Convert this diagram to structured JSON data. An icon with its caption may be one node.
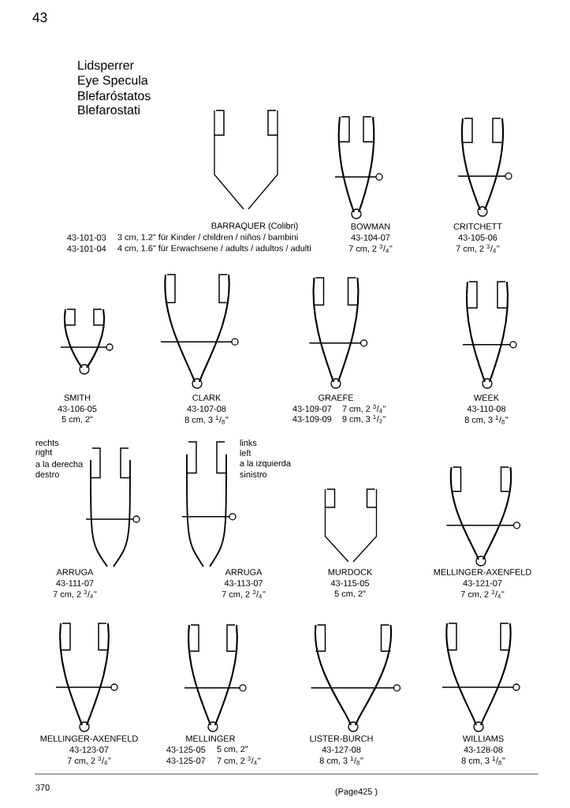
{
  "diagram": {
    "labels": [
      "43",
      "Lidsperrer",
      "Eye Specula",
      "Blefaróstatos",
      "Blefarostati",
      "BARRAQUER (Colibri)",
      "43-101-03",
      "3 cm, 1.2\" für Kinder / children / niños / bambini",
      "43-101-04",
      "4 cm, 1.6\" für Erwachsene / adults / adultos / adulti",
      "BOWMAN",
      "43-104-07",
      "7 cm, 2 $^{3}$/$_{4}$\"",
      "CRITCHETT",
      "43-105-06",
      "7 cm, 2 $^{3}$/$_{4}$\"",
      "SMITH",
      "43-106-05",
      "5 cm, 2\"",
      "CLARK",
      "43-107-08",
      "8 cm, 3 $^{1}$/$_{8}$\"",
      "GRAEFE",
      "43-109-07",
      "7 cm, 2 $^{3}$/$_{4}$\"",
      "43-109-09",
      "9 cm, 3 $^{1}$/$_{2}$\"",
      "WEEK",
      "43-110-08",
      "8 cm, 3 $^{1}$/$_{8}$\"",
      "rechts",
      "right",
      "a la derecha",
      "destro",
      "links",
      "left",
      "a la izquierda",
      "sinistro",
      "ARRUGA",
      "43-111-07",
      "7 cm, 2 $^{3}$/$_{4}$\"",
      "ARRUGA",
      "43-113-07",
      "7 cm, 2 $^{3}$/$_{4}$\"",
      "MURDOCK",
      "43-115-05",
      "5 cm, 2\"",
      "MELLINGER-AXENFELD",
      "43-121-07",
      "7 cm, 2 $^{3}$/$_{4}$\"",
      "MELLINGER-AXENFELD",
      "43-123-07",
      "7 cm, 2 $^{3}$/$_{4}$\"",
      "MELLINGER",
      "43-125-05",
      "5 cm, 2\"",
      "43-125-07",
      "7 cm, 2 $^{3}$/$_{4}$\"",
      "LISTER-BURCH",
      "43-127-08",
      "8 cm, 3 $^{1}$/$_{8}$\"",
      "WILLIAMS",
      "43-128-08",
      "8 cm, 3 $^{1}$/$_{8}$\"",
      "370",
      "(Page425 )"
    ]
  }
}
